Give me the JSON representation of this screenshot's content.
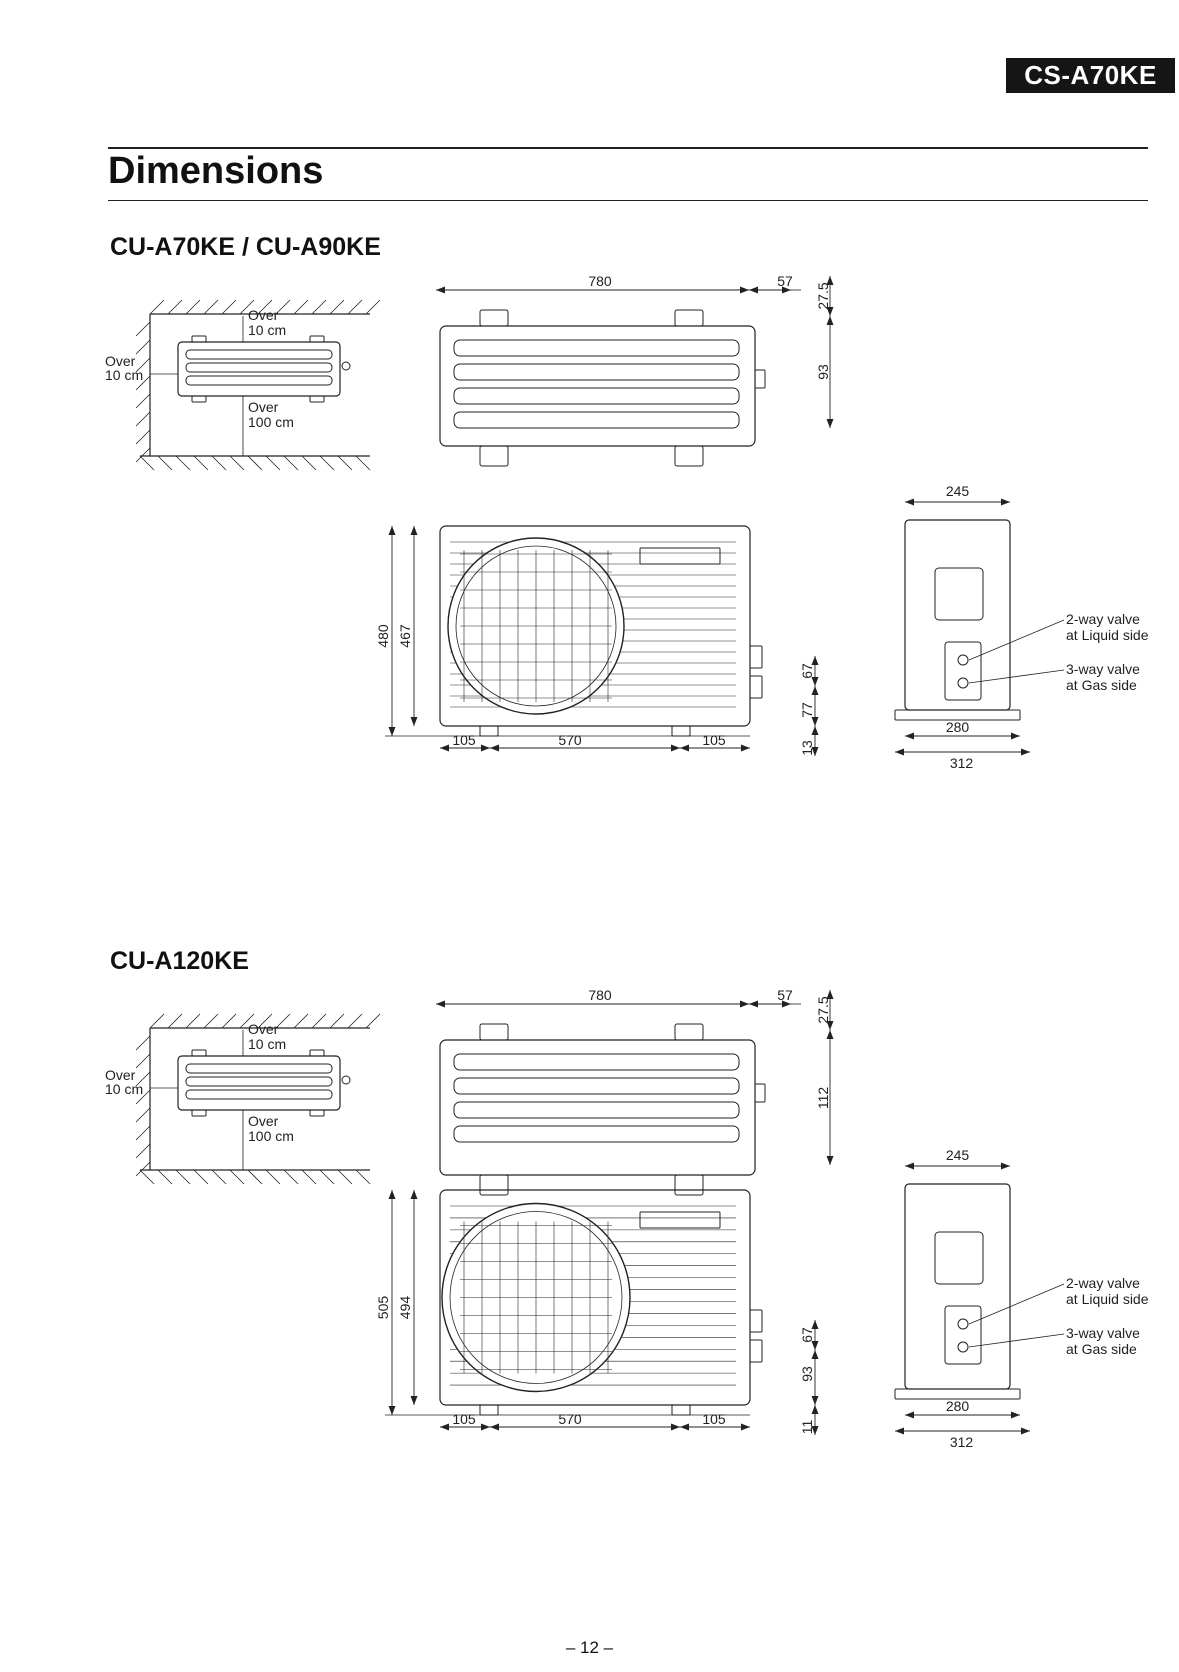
{
  "header": {
    "model_badge": "CS-A70KE"
  },
  "page_title": "Dimensions",
  "sections": [
    {
      "title": "CU-A70KE / CU-A90KE",
      "clearance": {
        "top_over": "Over",
        "top_dist": "10 cm",
        "side_over": "Over",
        "side_dist": "10 cm",
        "bottom_over": "Over",
        "bottom_dist": "100 cm"
      },
      "top_view": {
        "width": "780",
        "offset": "57",
        "depth": "27.5",
        "pitch": "93"
      },
      "front_view": {
        "height_total": "480",
        "height_body": "467",
        "valve_upper": "67",
        "valve_lower": "77",
        "foot": "13",
        "foot_left": "105",
        "foot_span": "570",
        "foot_right": "105"
      },
      "side_view": {
        "depth": "245",
        "base_inner": "280",
        "base_outer": "312",
        "valve_liquid": [
          "2-way valve",
          "at Liquid side"
        ],
        "valve_gas": [
          "3-way valve",
          "at Gas side"
        ]
      }
    },
    {
      "title": "CU-A120KE",
      "clearance": {
        "top_over": "Over",
        "top_dist": "10 cm",
        "side_over": "Over",
        "side_dist": "10 cm",
        "bottom_over": "Over",
        "bottom_dist": "100 cm"
      },
      "top_view": {
        "width": "780",
        "offset": "57",
        "depth": "27.5",
        "pitch": "112"
      },
      "front_view": {
        "height_total": "505",
        "height_body": "494",
        "valve_upper": "67",
        "valve_lower": "93",
        "foot": "11",
        "foot_left": "105",
        "foot_span": "570",
        "foot_right": "105"
      },
      "side_view": {
        "depth": "245",
        "base_inner": "280",
        "base_outer": "312",
        "valve_liquid": [
          "2-way valve",
          "at Liquid side"
        ],
        "valve_gas": [
          "3-way valve",
          "at Gas side"
        ]
      }
    }
  ],
  "page_number": "– 12 –"
}
